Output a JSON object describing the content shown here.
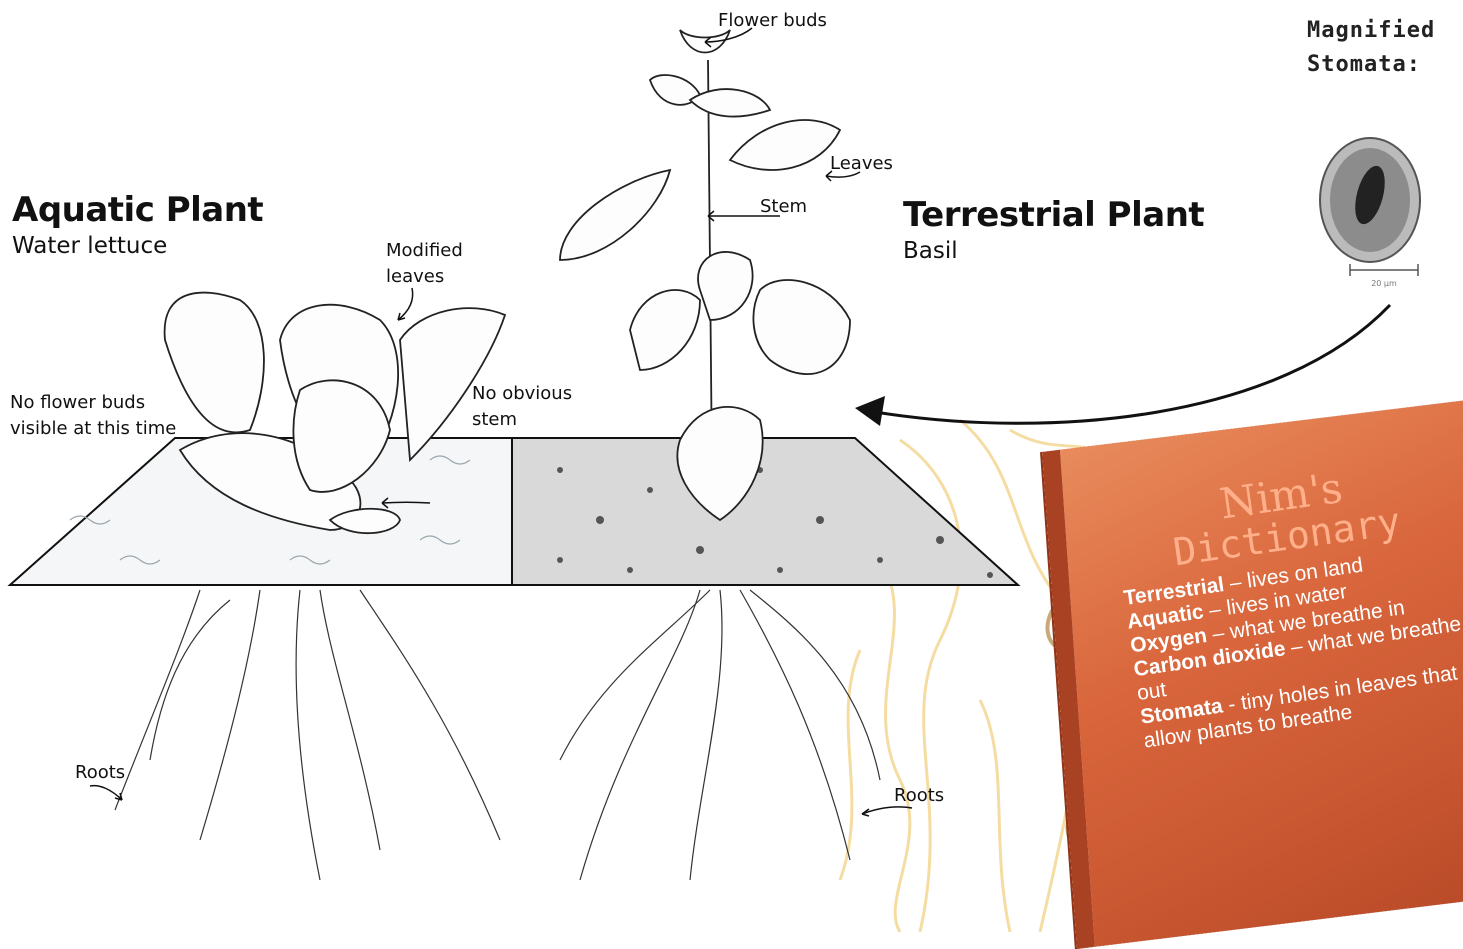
{
  "aquatic": {
    "title": "Aquatic Plant",
    "subtitle": "Water lettuce",
    "labels": {
      "modified_leaves_1": "Modified",
      "modified_leaves_2": "leaves",
      "no_buds_1": "No flower buds",
      "no_buds_2": "visible at this time",
      "no_stem_1": "No obvious",
      "no_stem_2": "stem",
      "roots": "Roots"
    }
  },
  "terrestrial": {
    "title": "Terrestrial Plant",
    "subtitle": "Basil",
    "labels": {
      "flower_buds": "Flower buds",
      "leaves": "Leaves",
      "stem": "Stem",
      "roots": "Roots"
    }
  },
  "stomata": {
    "line1": "Magnified",
    "line2": "Stomata:",
    "scale": "20 µm"
  },
  "dictionary": {
    "title1": "Nim's",
    "title2": "Dictionary",
    "entries": [
      {
        "term": "Terrestrial",
        "def": " – lives on land"
      },
      {
        "term": "Aquatic",
        "def": " – lives in water"
      },
      {
        "term": "Oxygen",
        "def": " – what we breathe in"
      },
      {
        "term": "Carbon dioxide",
        "def": " – what we breathe out"
      },
      {
        "term": "Stomata",
        "def": " - tiny holes in leaves that allow plants to breathe"
      }
    ]
  },
  "colors": {
    "book": "#d9663c",
    "book_text_title": "#ffb08a",
    "background_roots": "#f3d48c"
  }
}
